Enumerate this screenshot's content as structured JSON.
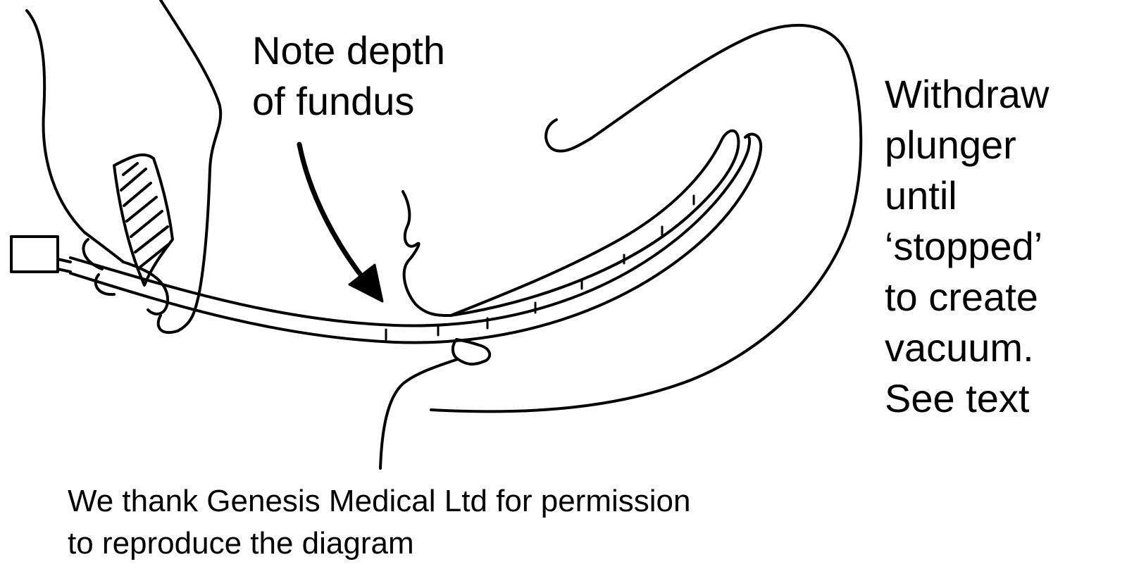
{
  "labels": {
    "fundus": [
      "Note depth",
      "of fundus"
    ],
    "withdraw": [
      "Withdraw",
      "plunger",
      "until",
      "‘stopped’",
      "to create",
      "vacuum.",
      "See text"
    ]
  },
  "credit": [
    "We thank Genesis Medical Ltd for permission",
    "to reproduce the diagram"
  ],
  "colors": {
    "ink": "#000000",
    "paper": "#ffffff"
  }
}
